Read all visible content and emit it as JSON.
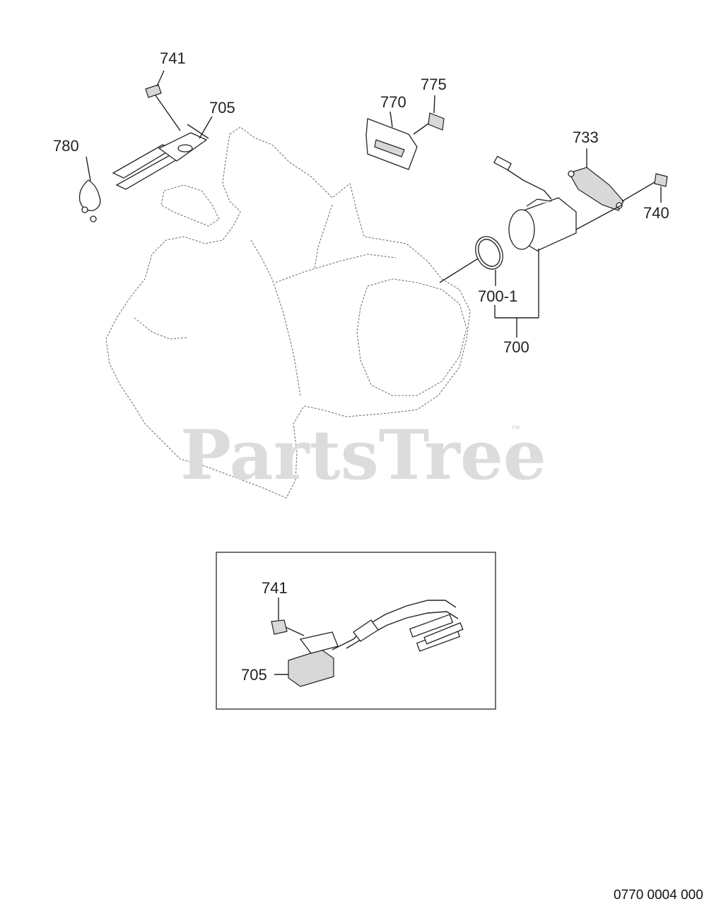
{
  "callouts": {
    "p741_top": "741",
    "p705_top": "705",
    "p780": "780",
    "p770": "770",
    "p775": "775",
    "p733": "733",
    "p740": "740",
    "p700_1": "700-1",
    "p700": "700",
    "p741_inset": "741",
    "p705_inset": "705"
  },
  "watermark": {
    "text": "PartsTree",
    "trademark": "™"
  },
  "footer": {
    "code": "0770 0004 000"
  }
}
